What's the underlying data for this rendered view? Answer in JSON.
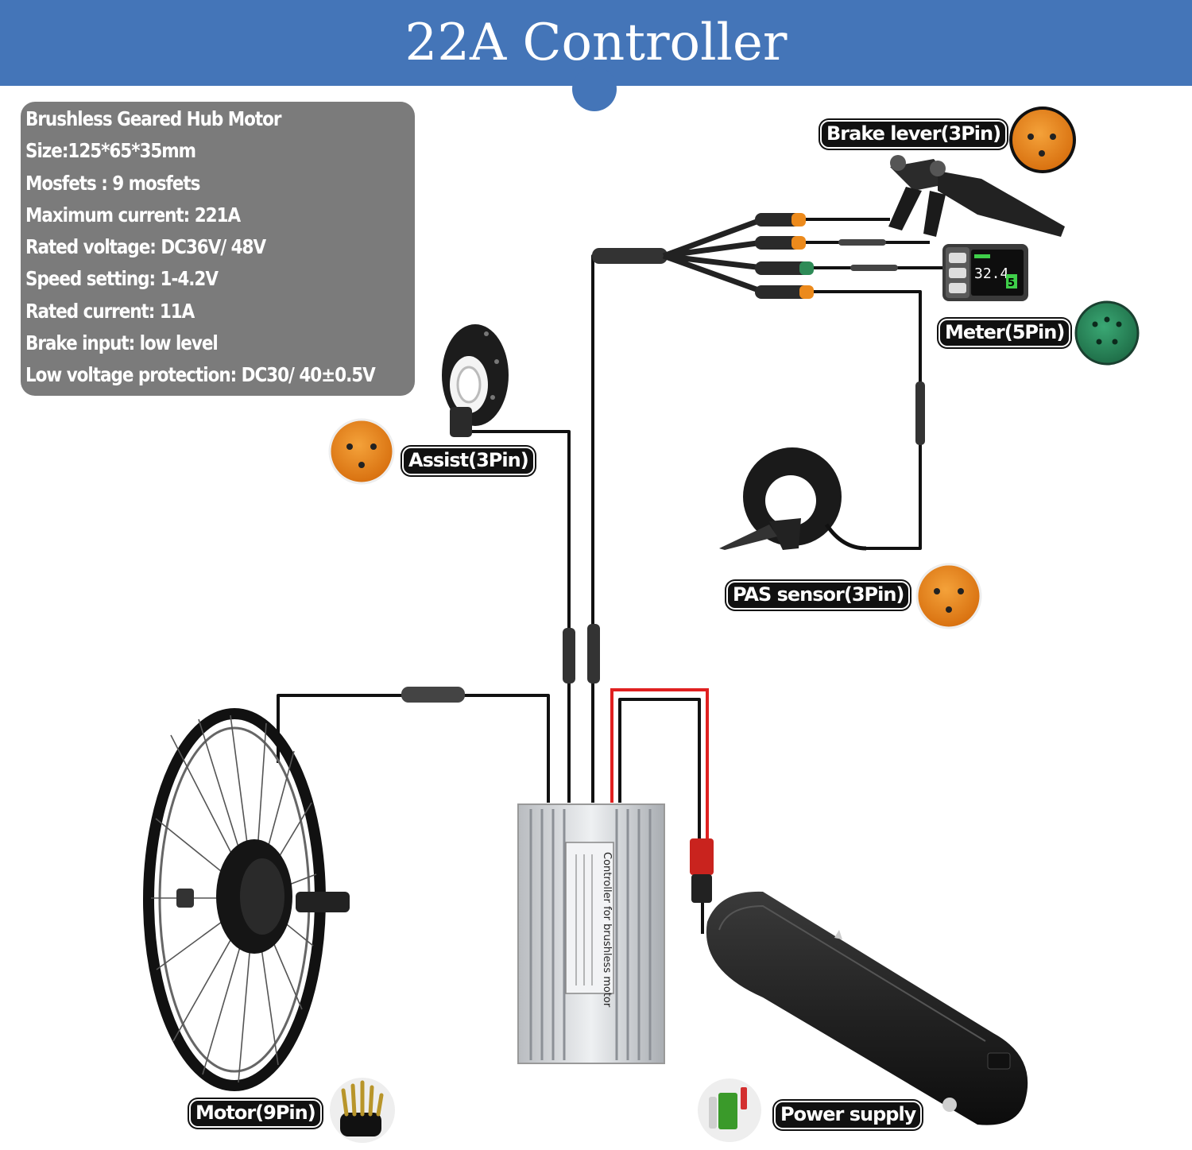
{
  "title": "22A Controller",
  "specs": [
    "Brushless Geared Hub Motor",
    "Size:125*65*35mm",
    "Mosfets : 9 mosfets",
    "Maximum current: 221A",
    "Rated voltage: DC36V/ 48V",
    "Speed setting: 1-4.2V",
    "Rated current: 11A",
    "Brake input: low level",
    "Low voltage protection: DC30/ 40±0.5V"
  ],
  "labels": {
    "brake": "Brake lever(3Pin)",
    "meter": "Meter(5Pin)",
    "assist": "Assist(3Pin)",
    "pas": "PAS sensor(3Pin)",
    "motor": "Motor(9Pin)",
    "power": "Power supply"
  },
  "meter_display": {
    "speed": "32.4",
    "level": "5"
  },
  "controller_text": "Controller for brushless motor",
  "colors": {
    "header": "#4475b8",
    "specs_box": "#7b7b7b",
    "orange_connector": "#ec8a1c",
    "green_connector": "#2e8b57",
    "positive_wire": "#e02020"
  }
}
